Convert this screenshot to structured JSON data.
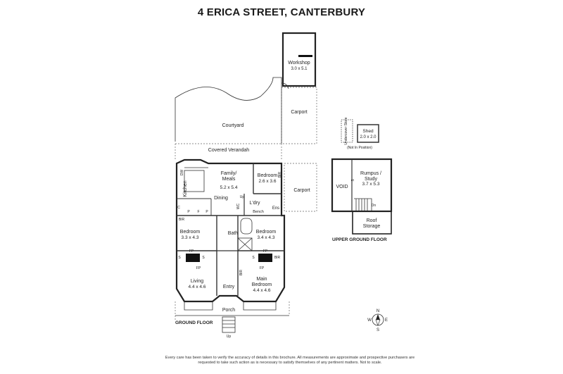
{
  "title": "4 ERICA STREET, CANTERBURY",
  "outdoor": {
    "workshop": "Workshop",
    "workshop_dim": "3.0 x 5.1",
    "carport_top": "Carport",
    "courtyard": "Courtyard",
    "covered_verandah": "Covered Verandah",
    "carport_side": "Carport",
    "porch": "Porch",
    "undercover_store": "Undercover Store",
    "shed": "Shed",
    "shed_dim": "2.0 x 2.0",
    "not_in_position": "(Not In Position)"
  },
  "rooms": {
    "kitchen": "Kitchen",
    "family": "Family/",
    "meals": "Meals",
    "family_dim": "5.2 x 5.4",
    "dining": "Dining",
    "bedroom_small": "Bedroom",
    "bedroom_small_dim": "2.6 x 3.6",
    "laundry": "L'dry",
    "bench": "Bench",
    "ens": "Ens",
    "bedroom_left": "Bedroom",
    "bedroom_left_dim": "3.3 x 4.3",
    "bath": "Bath",
    "bedroom_right": "Bedroom",
    "bedroom_right_dim": "3.4 x 4.3",
    "living": "Living",
    "living_dim": "4.4 x 4.6",
    "entry": "Entry",
    "main_bedroom_1": "Main",
    "main_bedroom_2": "Bedroom",
    "main_bedroom_dim": "4.4 x 4.6"
  },
  "fixtures": {
    "fp": "FP",
    "br": "BIR",
    "dw": "DW",
    "s": "S",
    "c": "C",
    "p": "P",
    "f": "F",
    "wc": "WC",
    "up": "Up",
    "dn": "Dn"
  },
  "upper": {
    "void": "VOID",
    "rumpus_1": "Rumpus /",
    "rumpus_2": "Study",
    "rumpus_dim": "3.7 x 5.3",
    "roof_1": "Roof",
    "roof_2": "Storage"
  },
  "floor_labels": {
    "ground": "GROUND FLOOR",
    "upper_ground": "UPPER GROUND FLOOR"
  },
  "compass": {
    "n": "N",
    "s": "S",
    "e": "E",
    "w": "W"
  },
  "disclaimer": "Every care has been taken to verify the accuracy of details in this brochure. All measurements are approximate and prospective purchasers are requested to take such action as is necessary to satisfy themselves of any pertinent matters. Not to scale."
}
